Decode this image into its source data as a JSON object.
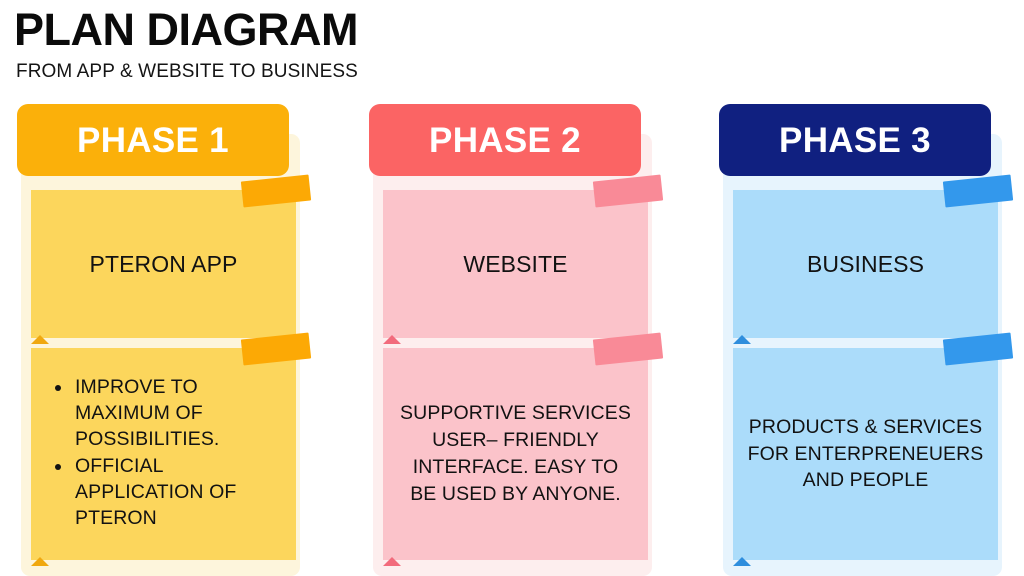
{
  "header": {
    "title": "PLAN DIAGRAM",
    "subtitle": "FROM APP & WEBSITE TO BUSINESS"
  },
  "colors": {
    "background": "#ffffff",
    "title_text": "#0b0b0b",
    "body_text": "#121212",
    "phase1_header": "#fbb00a",
    "phase1_card": "#fcd65c",
    "phase1_tape": "#fca905",
    "phase1_panel": "#fdf5dc",
    "phase2_header": "#fb6464",
    "phase2_card": "#fbc3ca",
    "phase2_tape": "#f98a97",
    "phase2_panel": "#fdeeee",
    "phase3_header": "#102080",
    "phase3_card": "#abdcfa",
    "phase3_tape": "#3398ec",
    "phase3_panel": "#e7f4fd"
  },
  "columns": [
    {
      "id": "phase-1",
      "header_label": "PHASE 1",
      "header_color": "#fbb00a",
      "panel_color": "#fdf5dc",
      "card_color": "#fcd65c",
      "tape_color": "#fca905",
      "fold_color": "#f0a810",
      "top_card": {
        "text": "PTERON APP"
      },
      "bottom_card": {
        "type": "list",
        "items": [
          "IMPROVE TO MAXIMUM OF POSSIBILITIES.",
          "OFFICIAL APPLICATION OF PTERON"
        ]
      }
    },
    {
      "id": "phase-2",
      "header_label": "PHASE 2",
      "header_color": "#fb6464",
      "panel_color": "#fdeeee",
      "card_color": "#fbc3ca",
      "tape_color": "#f98a97",
      "fold_color": "#f26b7c",
      "top_card": {
        "text": "WEBSITE"
      },
      "bottom_card": {
        "type": "text",
        "text": "SUPPORTIVE SERVICES USER– FRIENDLY INTERFACE. EASY TO BE USED BY ANYONE."
      }
    },
    {
      "id": "phase-3",
      "header_label": "PHASE 3",
      "header_color": "#102080",
      "panel_color": "#e7f4fd",
      "card_color": "#abdcfa",
      "tape_color": "#3398ec",
      "fold_color": "#2f8edd",
      "top_card": {
        "text": "BUSINESS"
      },
      "bottom_card": {
        "type": "text",
        "text": "PRODUCTS & SERVICES FOR ENTERPRENEUERS AND PEOPLE"
      }
    }
  ]
}
